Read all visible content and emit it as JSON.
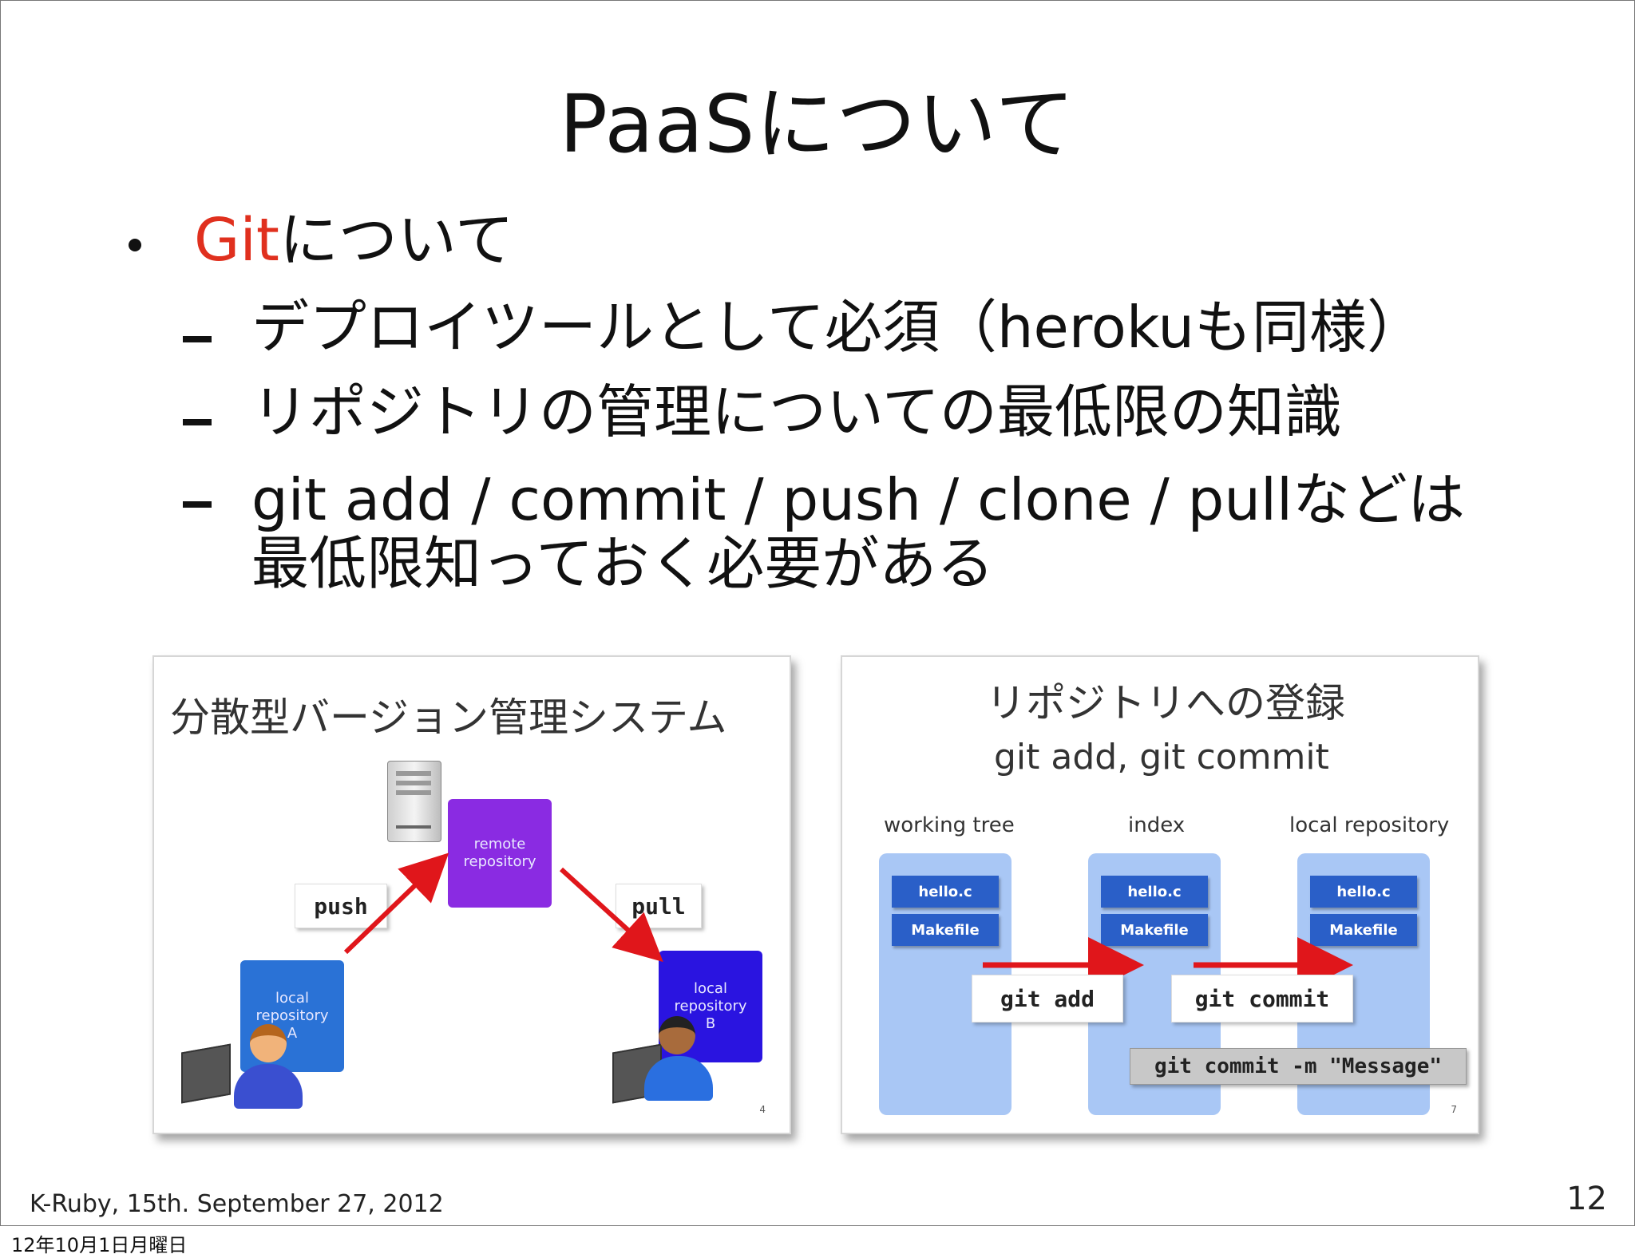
{
  "slide": {
    "title": "PaaSについて",
    "bullet": {
      "accent": "Git",
      "rest": "について"
    },
    "subs": [
      "デプロイツールとして必須（herokuも同様）",
      "リポジトリの管理についての最低限の知識",
      "git add / commit / push / clone / pullなどは",
      "最低限知っておく必要がある"
    ],
    "accent_color": "#e0301e"
  },
  "figure1": {
    "title": "分散型バージョン管理システム",
    "remote": "remote\nrepository",
    "local_a": "local\nrepository\nA",
    "local_b": "local\nrepository\nB",
    "push_label": "push",
    "pull_label": "pull",
    "page": "4"
  },
  "figure2": {
    "title": "リポジトリへの登録",
    "subtitle": "git add, git commit",
    "columns": [
      "working tree",
      "index",
      "local repository"
    ],
    "files": [
      "hello.c",
      "Makefile"
    ],
    "add_label": "git add",
    "commit_label": "git commit",
    "message_cmd": "git commit -m \"Message\"",
    "page": "7"
  },
  "footer": {
    "left": "K-Ruby, 15th. September 27, 2012",
    "page": "12",
    "date": "12年10月1日月曜日"
  }
}
